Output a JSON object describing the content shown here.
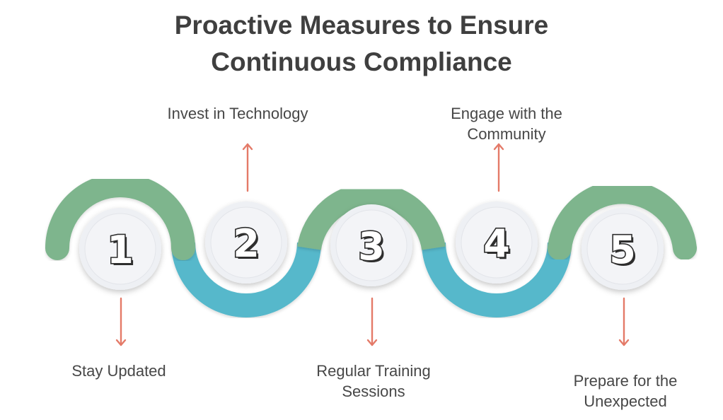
{
  "title": {
    "line1": "Proactive Measures to Ensure",
    "line2": "Continuous Compliance"
  },
  "colors": {
    "green": "#7eb58d",
    "teal": "#56b8cb",
    "arrow": "#e47a68",
    "circle": "#eef0f4",
    "text": "#474747"
  },
  "steps": [
    {
      "number": "1",
      "label_lines": [
        "Stay Updated"
      ],
      "position": "below"
    },
    {
      "number": "2",
      "label_lines": [
        "Invest in Technology"
      ],
      "position": "above"
    },
    {
      "number": "3",
      "label_lines": [
        "Regular Training",
        "Sessions"
      ],
      "position": "below"
    },
    {
      "number": "4",
      "label_lines": [
        "Engage with the",
        "Community"
      ],
      "position": "above"
    },
    {
      "number": "5",
      "label_lines": [
        "Prepare for the",
        "Unexpected"
      ],
      "position": "below"
    }
  ]
}
